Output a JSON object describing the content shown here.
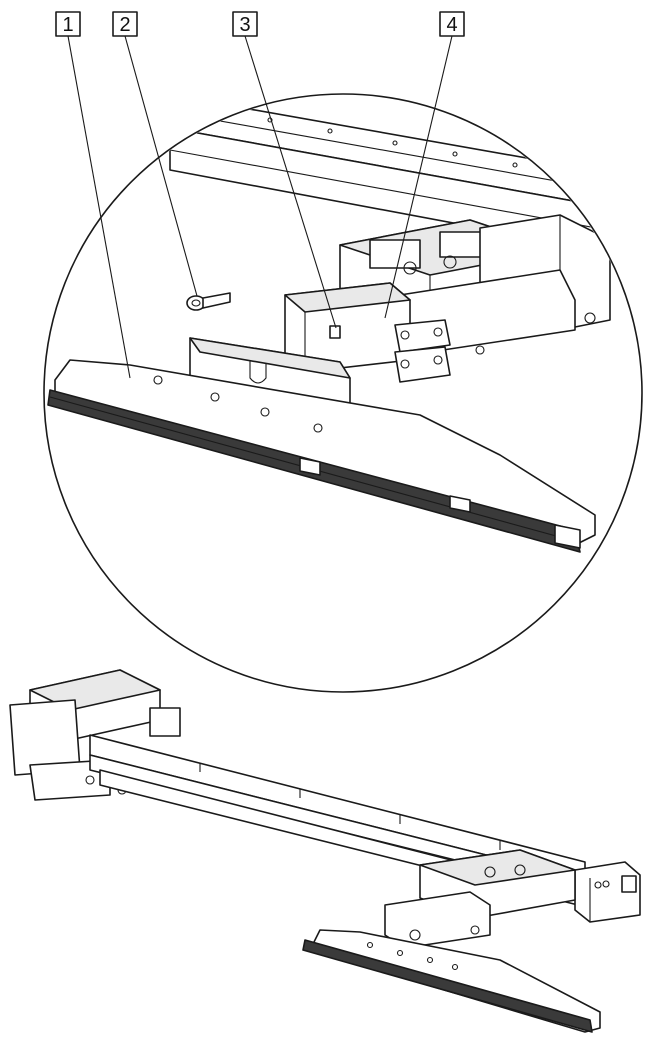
{
  "figure": {
    "callouts": [
      {
        "id": "1",
        "label": "1"
      },
      {
        "id": "2",
        "label": "2"
      },
      {
        "id": "3",
        "label": "3"
      },
      {
        "id": "4",
        "label": "4"
      }
    ]
  }
}
